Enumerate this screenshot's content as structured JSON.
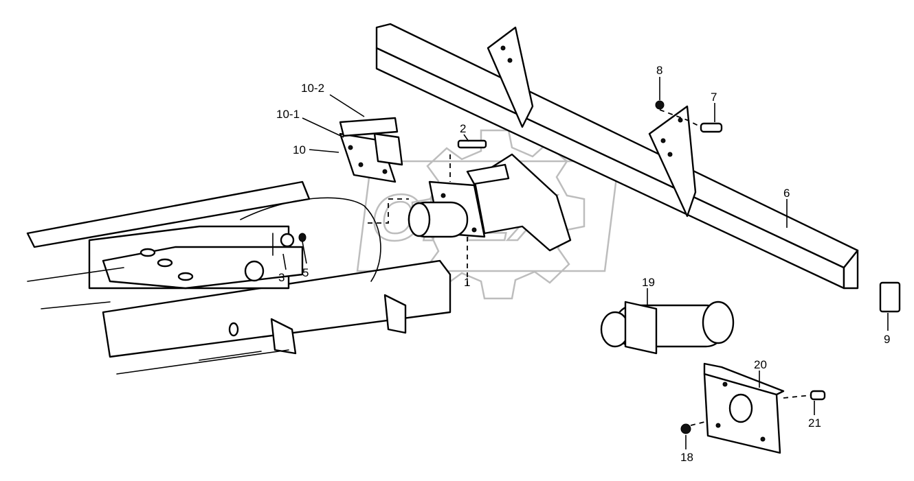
{
  "watermark": {
    "text": "OPEX"
  },
  "callouts": {
    "c1": "1",
    "c2": "2",
    "c3": "3",
    "c5": "5",
    "c6": "6",
    "c7": "7",
    "c8": "8",
    "c9": "9",
    "c10": "10",
    "c10_1": "10-1",
    "c10_2": "10-2",
    "c18": "18",
    "c19": "19",
    "c20": "20",
    "c21": "21"
  }
}
